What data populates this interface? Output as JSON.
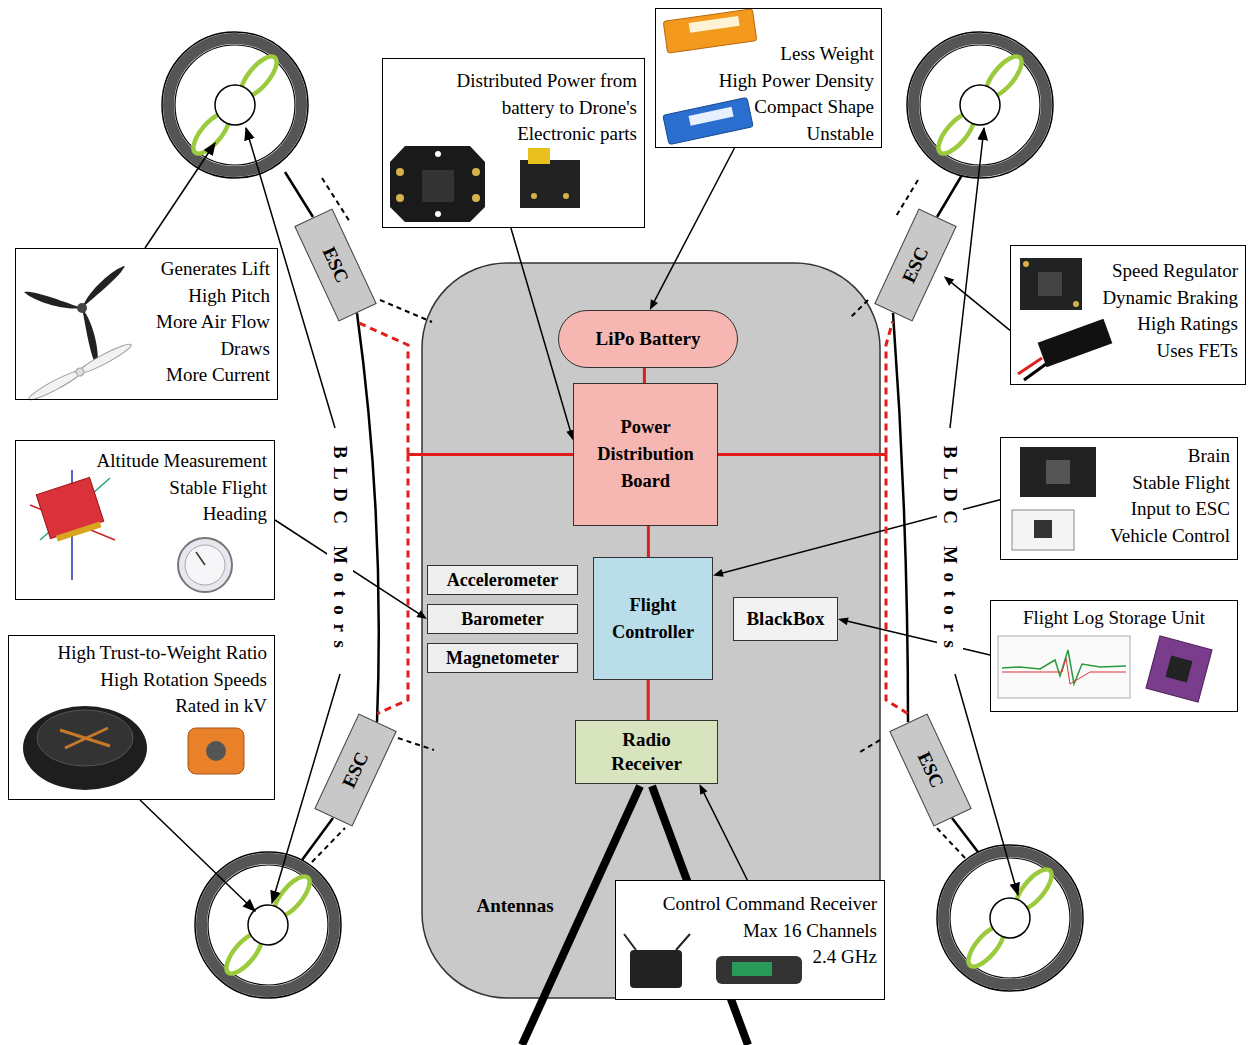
{
  "diagram": {
    "nodes": [
      {
        "text": [
          "Less Weight",
          "High Power Density",
          "Compact Shape",
          "Unstable"
        ]
      },
      {
        "text": [
          "Distributed Power from battery to Drone's Electronic parts"
        ]
      },
      {
        "text": [
          "ESC"
        ]
      },
      {
        "text": [
          "ESC"
        ]
      },
      {
        "text": [
          "Generates Lift",
          "High Pitch",
          "More Air Flow",
          "Draws",
          "More Current"
        ]
      },
      {
        "text": [
          "Speed Regulator",
          "Dynamic Braking",
          "High Ratings",
          "Uses FETs"
        ]
      },
      {
        "text": [
          "LiPo Battery"
        ]
      },
      {
        "text": [
          "Power Distribution Board"
        ]
      },
      {
        "text": [
          "Altitude Measurement",
          "Stable Flight",
          "Heading"
        ]
      },
      {
        "text": [
          "Brain",
          "Stable Flight",
          "Input to ESC",
          "Vehicle Control"
        ]
      },
      {
        "text": [
          "Accelerometer"
        ]
      },
      {
        "text": [
          "Flight Controller"
        ]
      },
      {
        "text": [
          "Barometer"
        ]
      },
      {
        "text": [
          "BlackBox"
        ]
      },
      {
        "text": [
          "Magnetometer"
        ]
      },
      {
        "text": [
          "Flight Log Storage Unit"
        ]
      },
      {
        "text": [
          "High Trust-to-Weight Ratio",
          "High Rotation Speeds",
          "Rated in kV"
        ]
      },
      {
        "text": [
          "Radio Receiver"
        ]
      },
      {
        "text": [
          "ESC"
        ]
      },
      {
        "text": [
          "ESC"
        ]
      },
      {
        "text": [
          "Control Command Receiver",
          "Max 16 Channels",
          "2.4 GHz"
        ]
      }
    ],
    "edges": [
      {
        "from": 0,
        "to": 6,
        "arrow": "to"
      },
      {
        "from": 1,
        "to": 7,
        "arrow": "to"
      },
      {
        "from": 5,
        "to": 3,
        "arrow": "to"
      },
      {
        "from": 8,
        "to": 12,
        "arrow": "to"
      },
      {
        "from": 9,
        "to": 11,
        "arrow": "to"
      },
      {
        "from": 15,
        "to": 13,
        "arrow": "to"
      },
      {
        "from": 20,
        "to": 17,
        "arrow": "to"
      },
      {
        "from": 6,
        "to": 7,
        "arrow": "none"
      },
      {
        "from": 7,
        "to": 11,
        "arrow": "none"
      },
      {
        "from": 11,
        "to": 17,
        "arrow": "none"
      },
      {
        "from": 7,
        "to": 2,
        "arrow": "none"
      },
      {
        "from": 7,
        "to": 3,
        "arrow": "none"
      },
      {
        "from": 7,
        "to": 18,
        "arrow": "none"
      },
      {
        "from": 7,
        "to": 19,
        "arrow": "none"
      }
    ],
    "labels": [
      "BLDC Motors",
      "BLDC Motors",
      "Antennas"
    ]
  }
}
